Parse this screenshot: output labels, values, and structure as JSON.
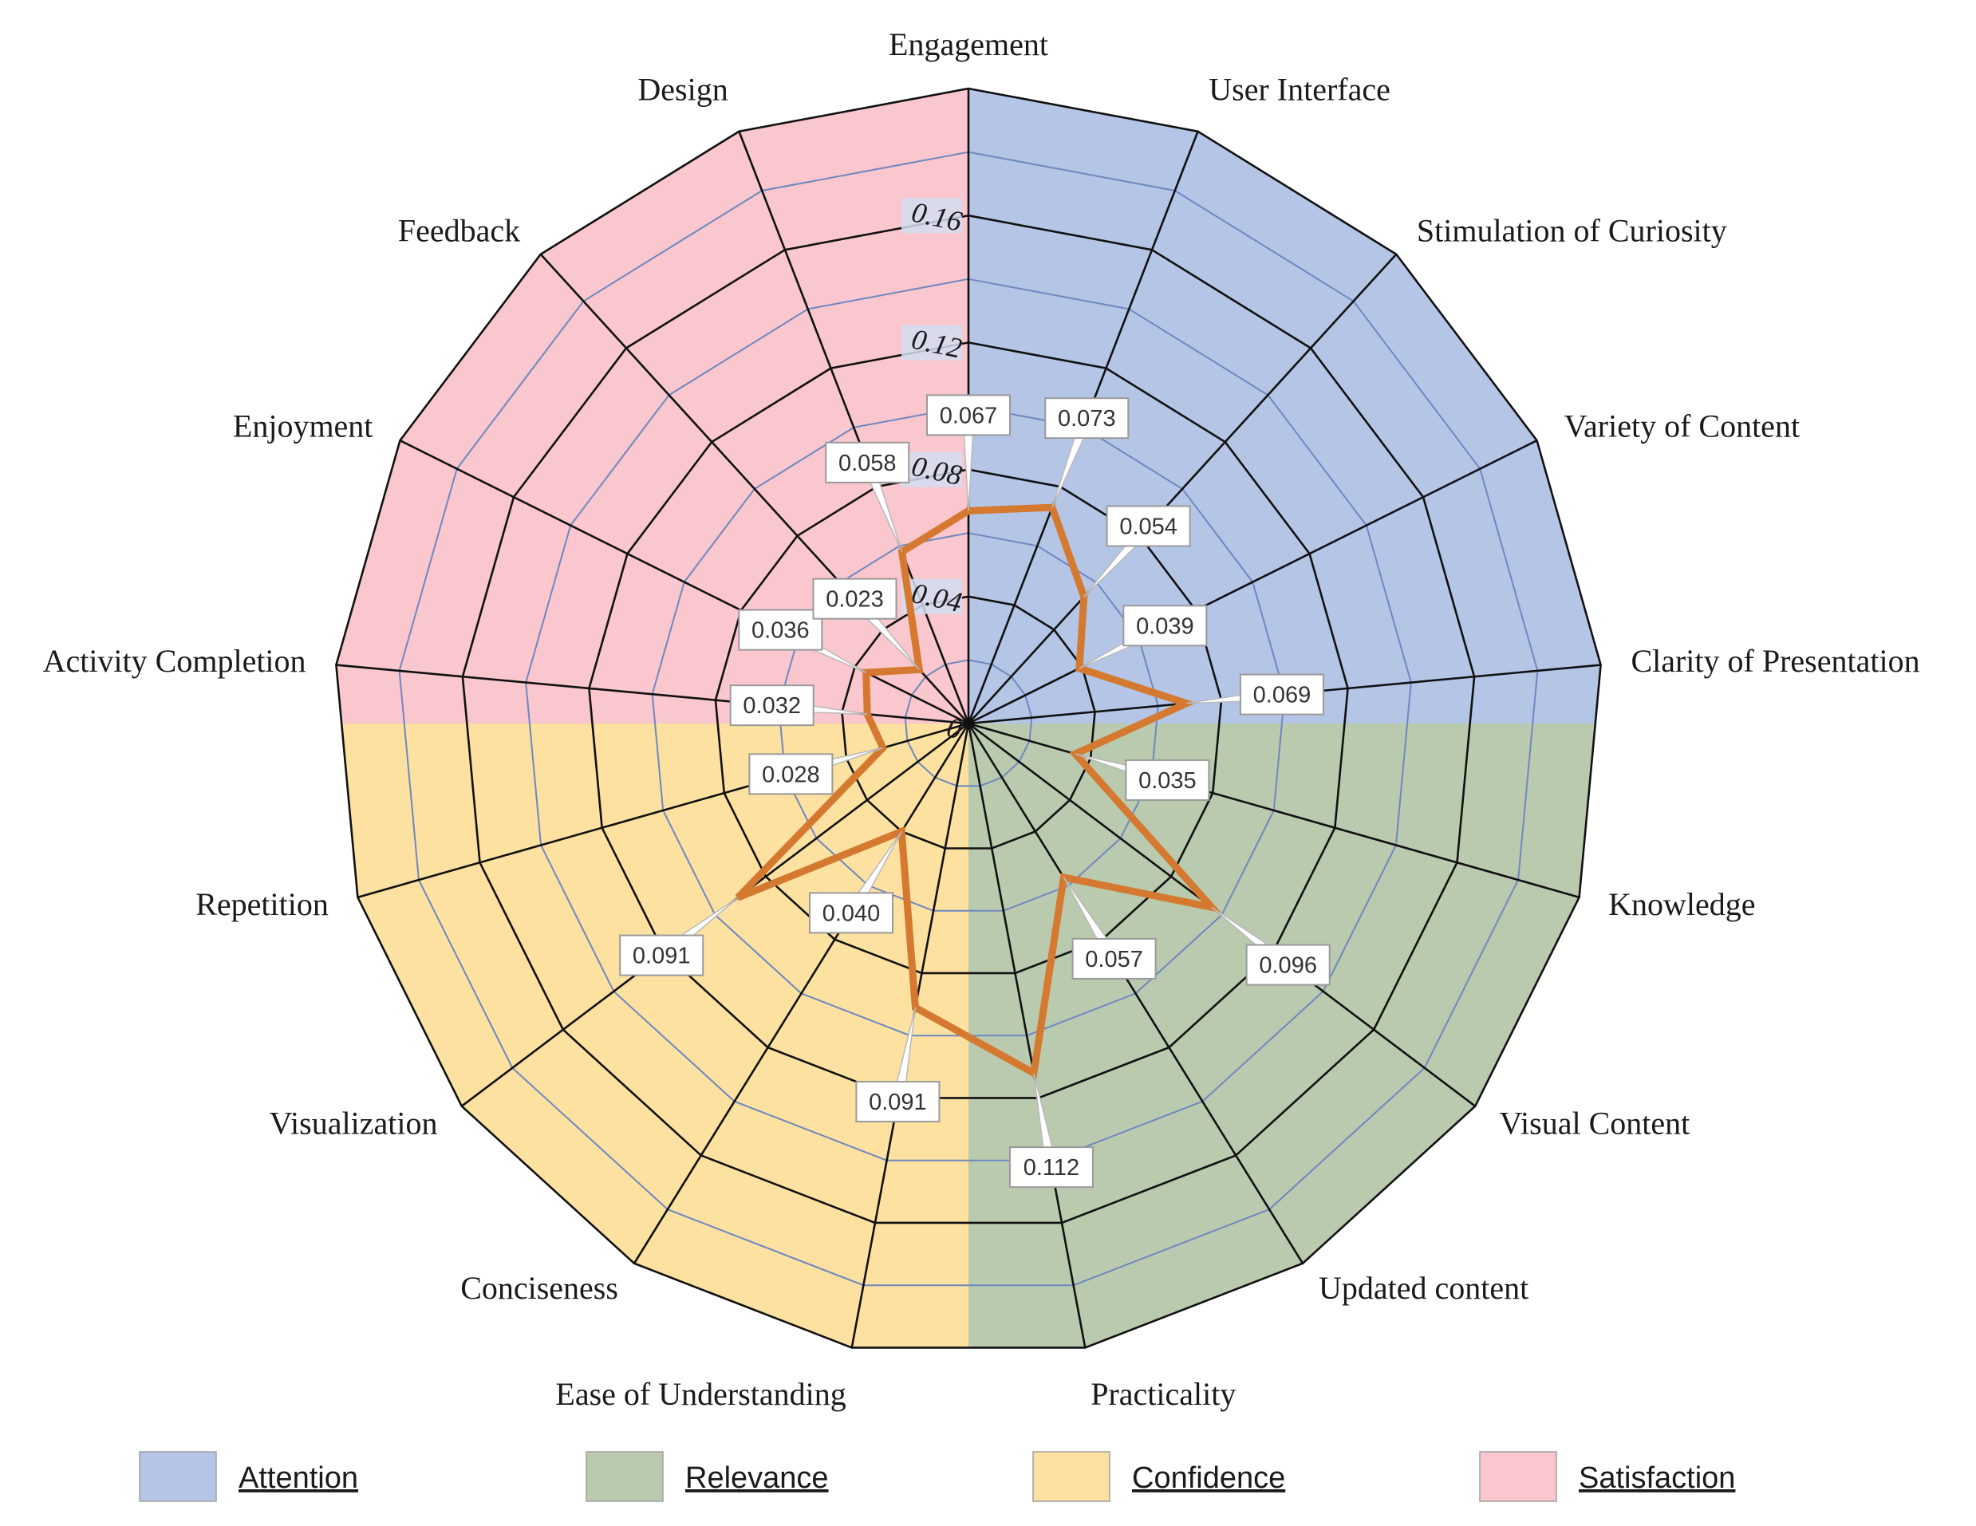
{
  "chart_data": {
    "type": "radar",
    "categories": [
      "Engagement",
      "User Interface",
      "Stimulation of Curiosity",
      "Variety of Content",
      "Clarity of Presentation",
      "Knowledge",
      "Visual Content",
      "Updated content",
      "Practicality",
      "Ease of Understanding",
      "Conciseness",
      "Visualization",
      "Repetition",
      "Activity Completion",
      "Enjoyment",
      "Feedback",
      "Design"
    ],
    "series": [
      {
        "values": [
          0.067,
          0.073,
          0.054,
          0.039,
          0.069,
          0.035,
          0.096,
          0.057,
          0.112,
          0.091,
          0.04,
          0.091,
          0.028,
          0.032,
          0.036,
          0.023,
          0.058
        ],
        "data_labels": [
          "0.067",
          "0.073",
          "0.054",
          "0.039",
          "0.069",
          "0.035",
          "0.096",
          "0.057",
          "0.112",
          "0.091",
          "0.040",
          "0.091",
          "0.028",
          "0.032",
          "0.036",
          "0.023",
          "0.058"
        ],
        "color": "#D4792F"
      }
    ],
    "radial_ticks": [
      "0",
      "0.04",
      "0.08",
      "0.12",
      "0.16"
    ],
    "rlim": [
      0,
      0.2
    ],
    "gridlines": {
      "major_step": 0.04,
      "minor_step": 0.02
    },
    "legend": {
      "placement": "bottom",
      "entries": [
        {
          "name": "Attention",
          "color": "#B4C5E6"
        },
        {
          "name": "Relevance",
          "color": "#B9CAAE"
        },
        {
          "name": "Confidence",
          "color": "#FCE1A1"
        },
        {
          "name": "Satisfaction",
          "color": "#F9C7CD"
        }
      ]
    },
    "quadrant_colors": {
      "Attention": "#B4C5E6",
      "Relevance": "#B9CAAE",
      "Confidence": "#FCE1A1",
      "Satisfaction": "#F9C7CD"
    },
    "line_color": "#D4792F",
    "grid_color_major": "#111111",
    "grid_color_minor": "#6F87C0"
  }
}
